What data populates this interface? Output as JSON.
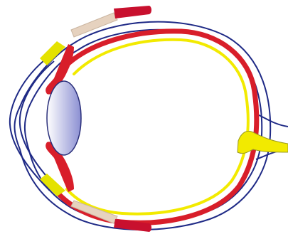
{
  "diagram": {
    "subject": "eye-cross-section",
    "colors": {
      "background": "#ffffff",
      "sclera_outline": "#1f2a86",
      "choroid": "#d81e2a",
      "retina": "#f2ea00",
      "muscle": "#c8102e",
      "tendon": "#e6d2bf",
      "conjunctiva": "#e4e200",
      "lens_light": "#ffffff",
      "lens_dark": "#8b8fd2",
      "lens_outline": "#2a2f7a"
    },
    "parts": [
      {
        "name": "cornea"
      },
      {
        "name": "sclera"
      },
      {
        "name": "choroid"
      },
      {
        "name": "retina"
      },
      {
        "name": "lens"
      },
      {
        "name": "ciliary-body"
      },
      {
        "name": "optic-nerve"
      },
      {
        "name": "extraocular-muscle"
      }
    ]
  }
}
